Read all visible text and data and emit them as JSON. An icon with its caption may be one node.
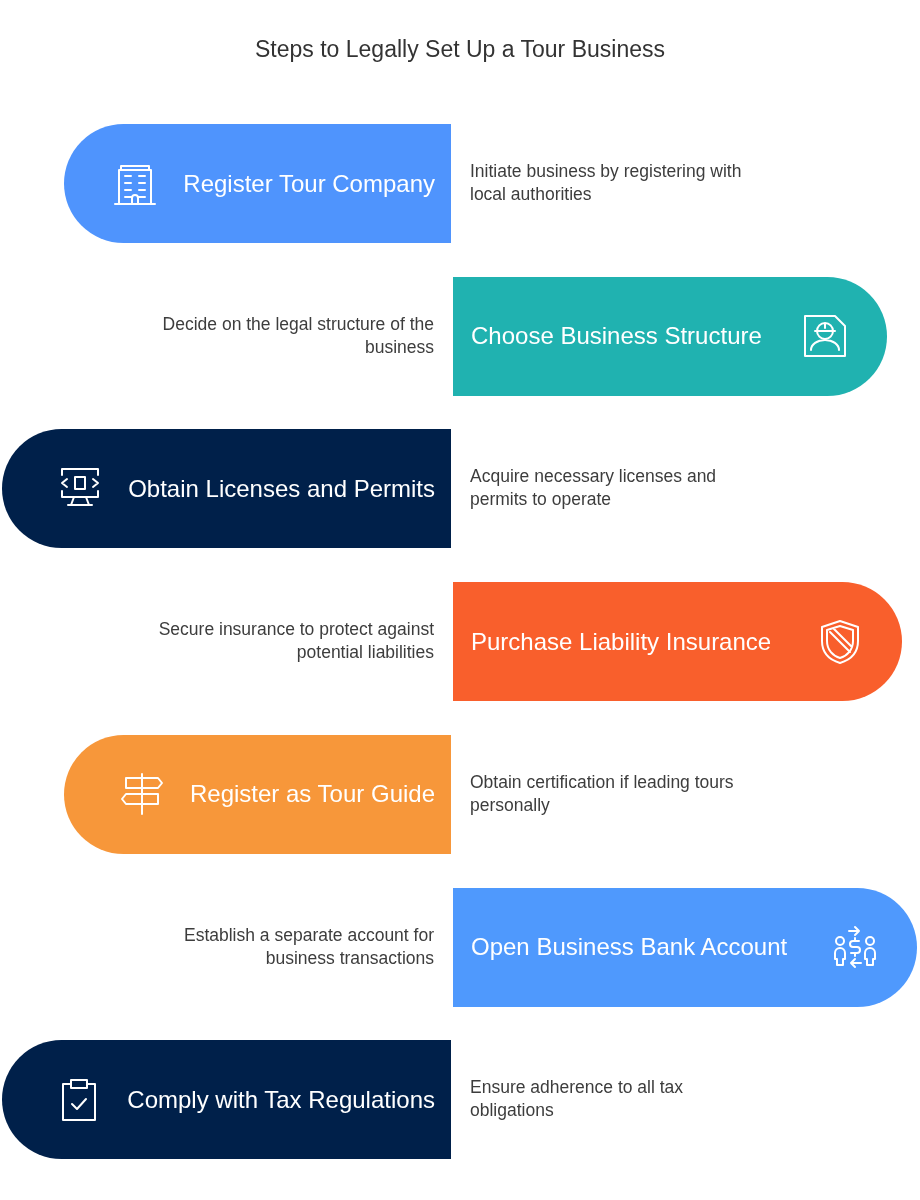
{
  "diagram": {
    "title": "Steps to Legally Set Up a Tour Business",
    "nodes": [
      {
        "text": [
          "Register Tour Company"
        ],
        "beside": [
          "Initiate business by registering with local authorities"
        ]
      },
      {
        "text": [
          "Choose Business Structure"
        ],
        "beside": [
          "Decide on the legal structure of the business"
        ]
      },
      {
        "text": [
          "Obtain Licenses and Permits"
        ],
        "beside": [
          "Acquire necessary licenses and permits to operate"
        ]
      },
      {
        "text": [
          "Purchase Liability Insurance"
        ],
        "beside": [
          "Secure insurance to protect against potential liabilities"
        ]
      },
      {
        "text": [
          "Register as Tour Guide"
        ],
        "beside": [
          "Obtain certification if leading tours personally"
        ]
      },
      {
        "text": [
          "Open Business Bank Account"
        ],
        "beside": [
          "Establish a separate account for business transactions"
        ]
      },
      {
        "text": [
          "Comply with Tax Regulations"
        ],
        "beside": [
          "Ensure adherence to all tax obligations"
        ]
      }
    ]
  }
}
